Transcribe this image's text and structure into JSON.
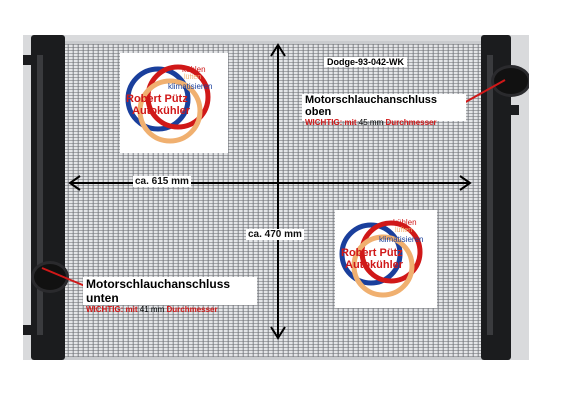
{
  "model_code": "Dodge-93-042-WK",
  "logo": {
    "line1": "kühlen",
    "line2": "lüften",
    "line3": "klimatisieren",
    "name1": "Robert Pütz",
    "name2": "Autokühler"
  },
  "dimensions": {
    "width": "ca. 615 mm",
    "height": "ca. 470 mm"
  },
  "top_connection": {
    "title": "Motorschlauchanschluss oben",
    "warn_prefix": "WICHTIG: mit",
    "diameter": "45 mm",
    "warn_suffix": "Durchmesser"
  },
  "bottom_connection": {
    "title": "Motorschlauchanschluss unten",
    "warn_prefix": "WICHTIG: mit",
    "diameter": "41 mm",
    "warn_suffix": "Durchmesser"
  },
  "colors": {
    "brand_red": "#d01818",
    "brand_blue": "#1a3f9c",
    "brand_orange": "#f0b070",
    "tank": "#1b1c1e"
  }
}
